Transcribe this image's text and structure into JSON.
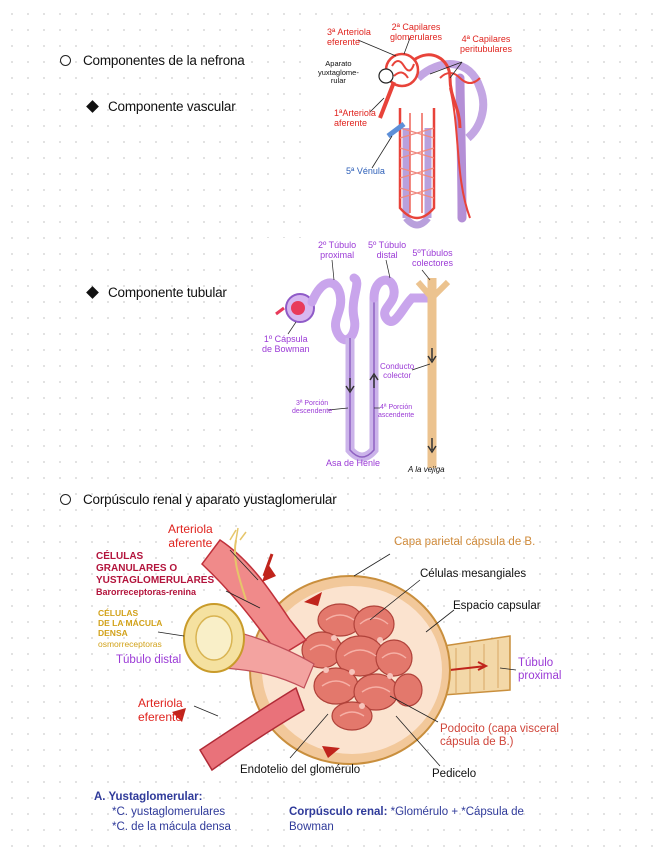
{
  "outline": {
    "nephron_components": "Componentes de la nefrona",
    "vascular_component": "Componente vascular",
    "tubular_component": "Componente tubular",
    "corpuscle_heading": "Corpúsculo renal y aparato yustaglomerular"
  },
  "vascular_figure": {
    "arteriola_eferente_1": "3ª Arteriola",
    "arteriola_eferente_2": "eferente",
    "capilares_glom_1": "2ª Capilares",
    "capilares_glom_2": "glomerulares",
    "capilares_peri_1": "4ª Capilares",
    "capilares_peri_2": "peritubulares",
    "aparato_1": "Aparato",
    "aparato_2": "yuxtaglome-",
    "aparato_3": "rular",
    "arteriola_aferente_1": "1ªArteriola",
    "arteriola_aferente_2": "aferente",
    "venula": "5ª Vénula"
  },
  "tubular_figure": {
    "tubulo_proximal_1": "2º Túbulo",
    "tubulo_proximal_2": "proximal",
    "tubulo_distal_1": "5º Túbulo",
    "tubulo_distal_2": "distal",
    "tubulos_colectores_1": "5ºTúbulos",
    "tubulos_colectores_2": "colectores",
    "capsula_bowman_1": "1º Cápsula",
    "capsula_bowman_2": "de Bowman",
    "conducto_colector_1": "Conducto",
    "conducto_colector_2": "colector",
    "porcion_desc_1": "3ª Porción",
    "porcion_desc_2": "descendente",
    "porcion_asc_1": "4ª Porción",
    "porcion_asc_2": "ascendente",
    "asa_henle": "Asa de Henle",
    "a_la_vejiga": "A la vejiga"
  },
  "corpuscle_figure": {
    "arteriola_aferente_1": "Arteriola",
    "arteriola_aferente_2": "aferente",
    "celulas_granulares_1": "CÉLULAS",
    "celulas_granulares_2": "GRANULARES O",
    "celulas_granulares_3": "YUSTAGLOMERULARES",
    "barorreceptoras": "Barorreceptoras-renina",
    "macula_densa_1": "CÉLULAS",
    "macula_densa_2": "DE LA MÁCULA",
    "macula_densa_3": "DENSA",
    "osmorreceptoras": "osmorreceptoras",
    "tubulo_distal": "Túbulo distal",
    "arteriola_eferente_1": "Arteriola",
    "arteriola_eferente_2": "eferente",
    "capa_parietal": "Capa parietal cápsula de B.",
    "celulas_mesangiales": "Células mesangiales",
    "espacio_capsular": "Espacio capsular",
    "tubulo_proximal_1": "Túbulo",
    "tubulo_proximal_2": "proximal",
    "podocito_1": "Podocito (capa visceral",
    "podocito_2": "cápsula de B.)",
    "endotelio": "Endotelio del glomérulo",
    "pedicelo": "Pedicelo"
  },
  "footnote": {
    "yust_title": "A. Yustaglomerular:",
    "yust_item1": "*C. yustaglomerulares",
    "yust_item2": "*C. de la mácula densa",
    "corp_title": "Corpúsculo renal:",
    "corp_text_1": " *Glomérulo + *Cápsula de",
    "corp_text_2": "Bowman"
  }
}
